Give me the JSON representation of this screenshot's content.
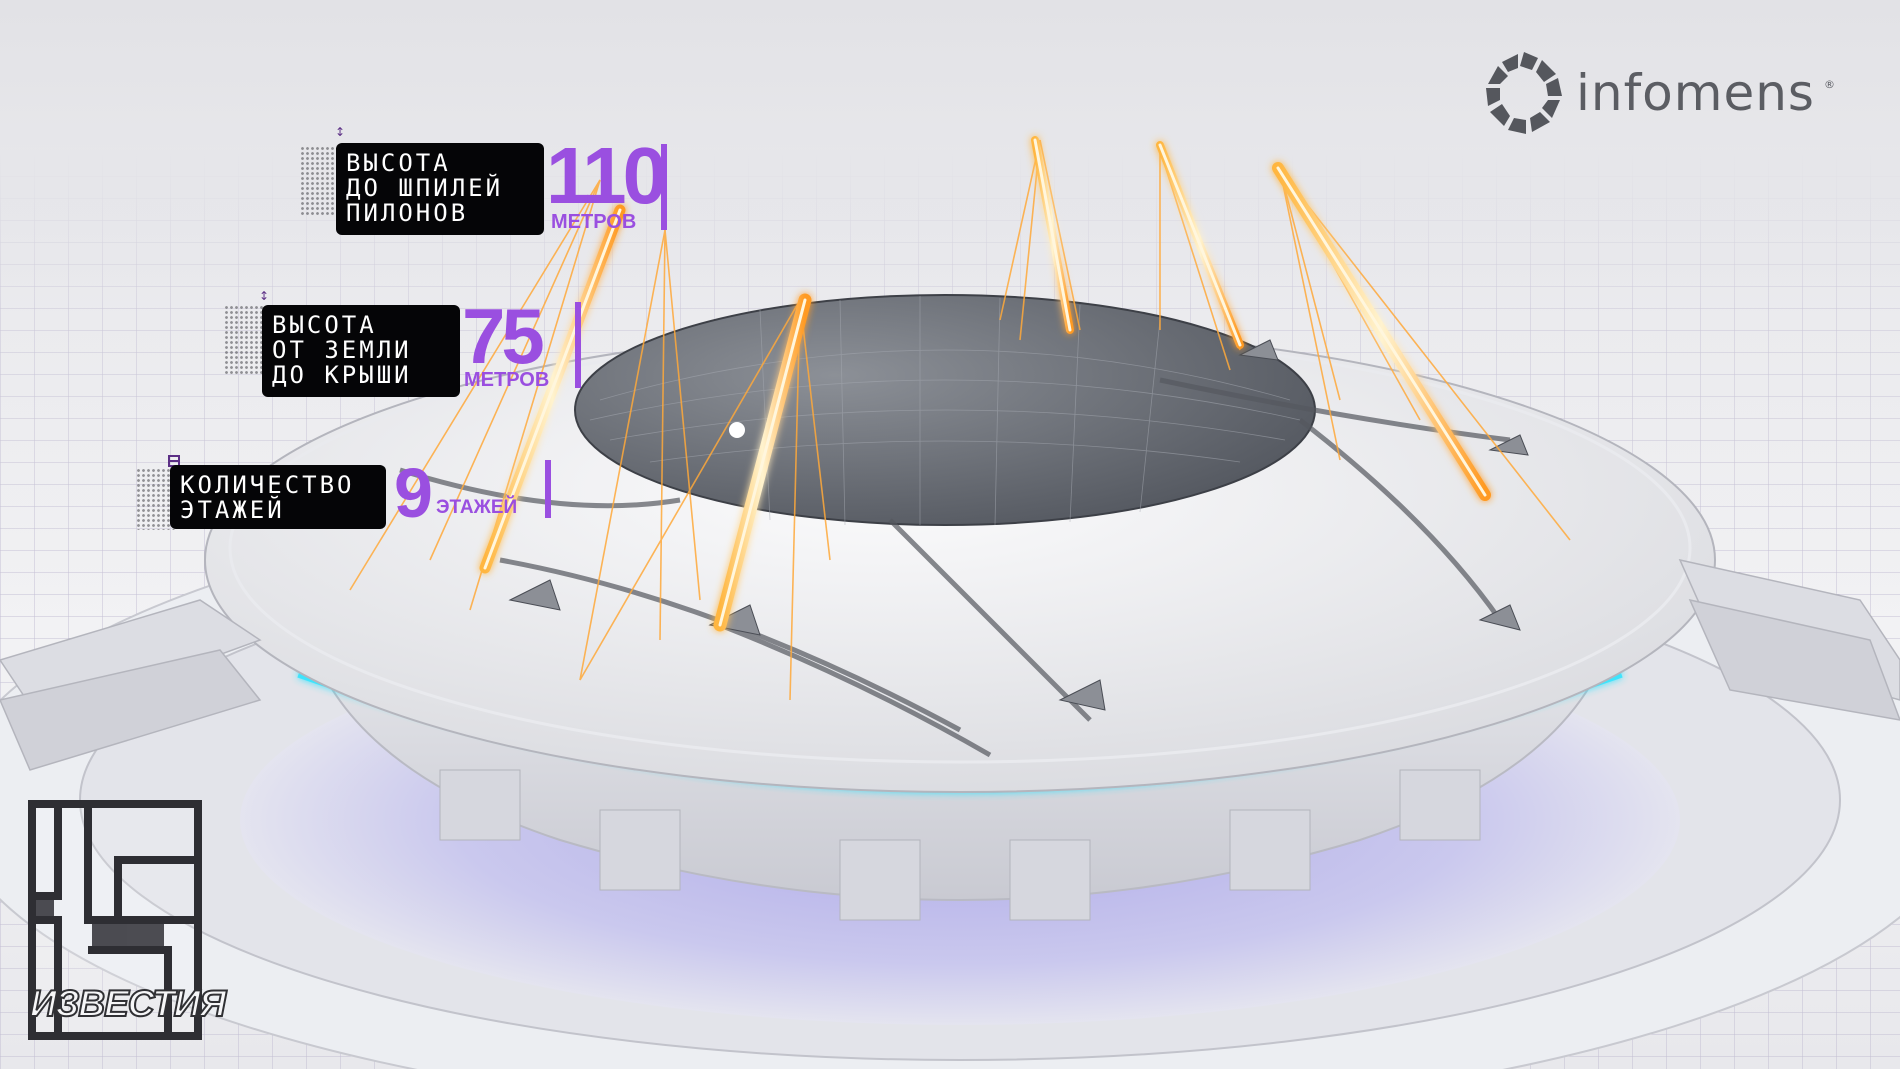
{
  "brand": {
    "name": "infomens",
    "mark": "®",
    "color": "#5b5d63"
  },
  "callouts": [
    {
      "icon": "vertical-arrows-icon",
      "lines": [
        "ВЫСОТА",
        "ДО ШПИЛЕЙ",
        "ПИЛОНОВ"
      ],
      "value": "110",
      "unit": "МЕТРОВ"
    },
    {
      "icon": "vertical-arrows-icon",
      "lines": [
        "ВЫСОТА",
        "ОТ ЗЕМЛИ",
        "ДО КРЫШИ"
      ],
      "value": "75",
      "unit": "МЕТРОВ"
    },
    {
      "icon": "building-icon",
      "lines": [
        "КОЛИЧЕСТВО",
        "ЭТАЖЕЙ"
      ],
      "value": "9",
      "unit": "ЭТАЖЕЙ"
    }
  ],
  "accent_color": "#9a4fe0",
  "broadcaster": {
    "word": "ИЗВЕСТИЯ",
    "mark": "IZ"
  }
}
